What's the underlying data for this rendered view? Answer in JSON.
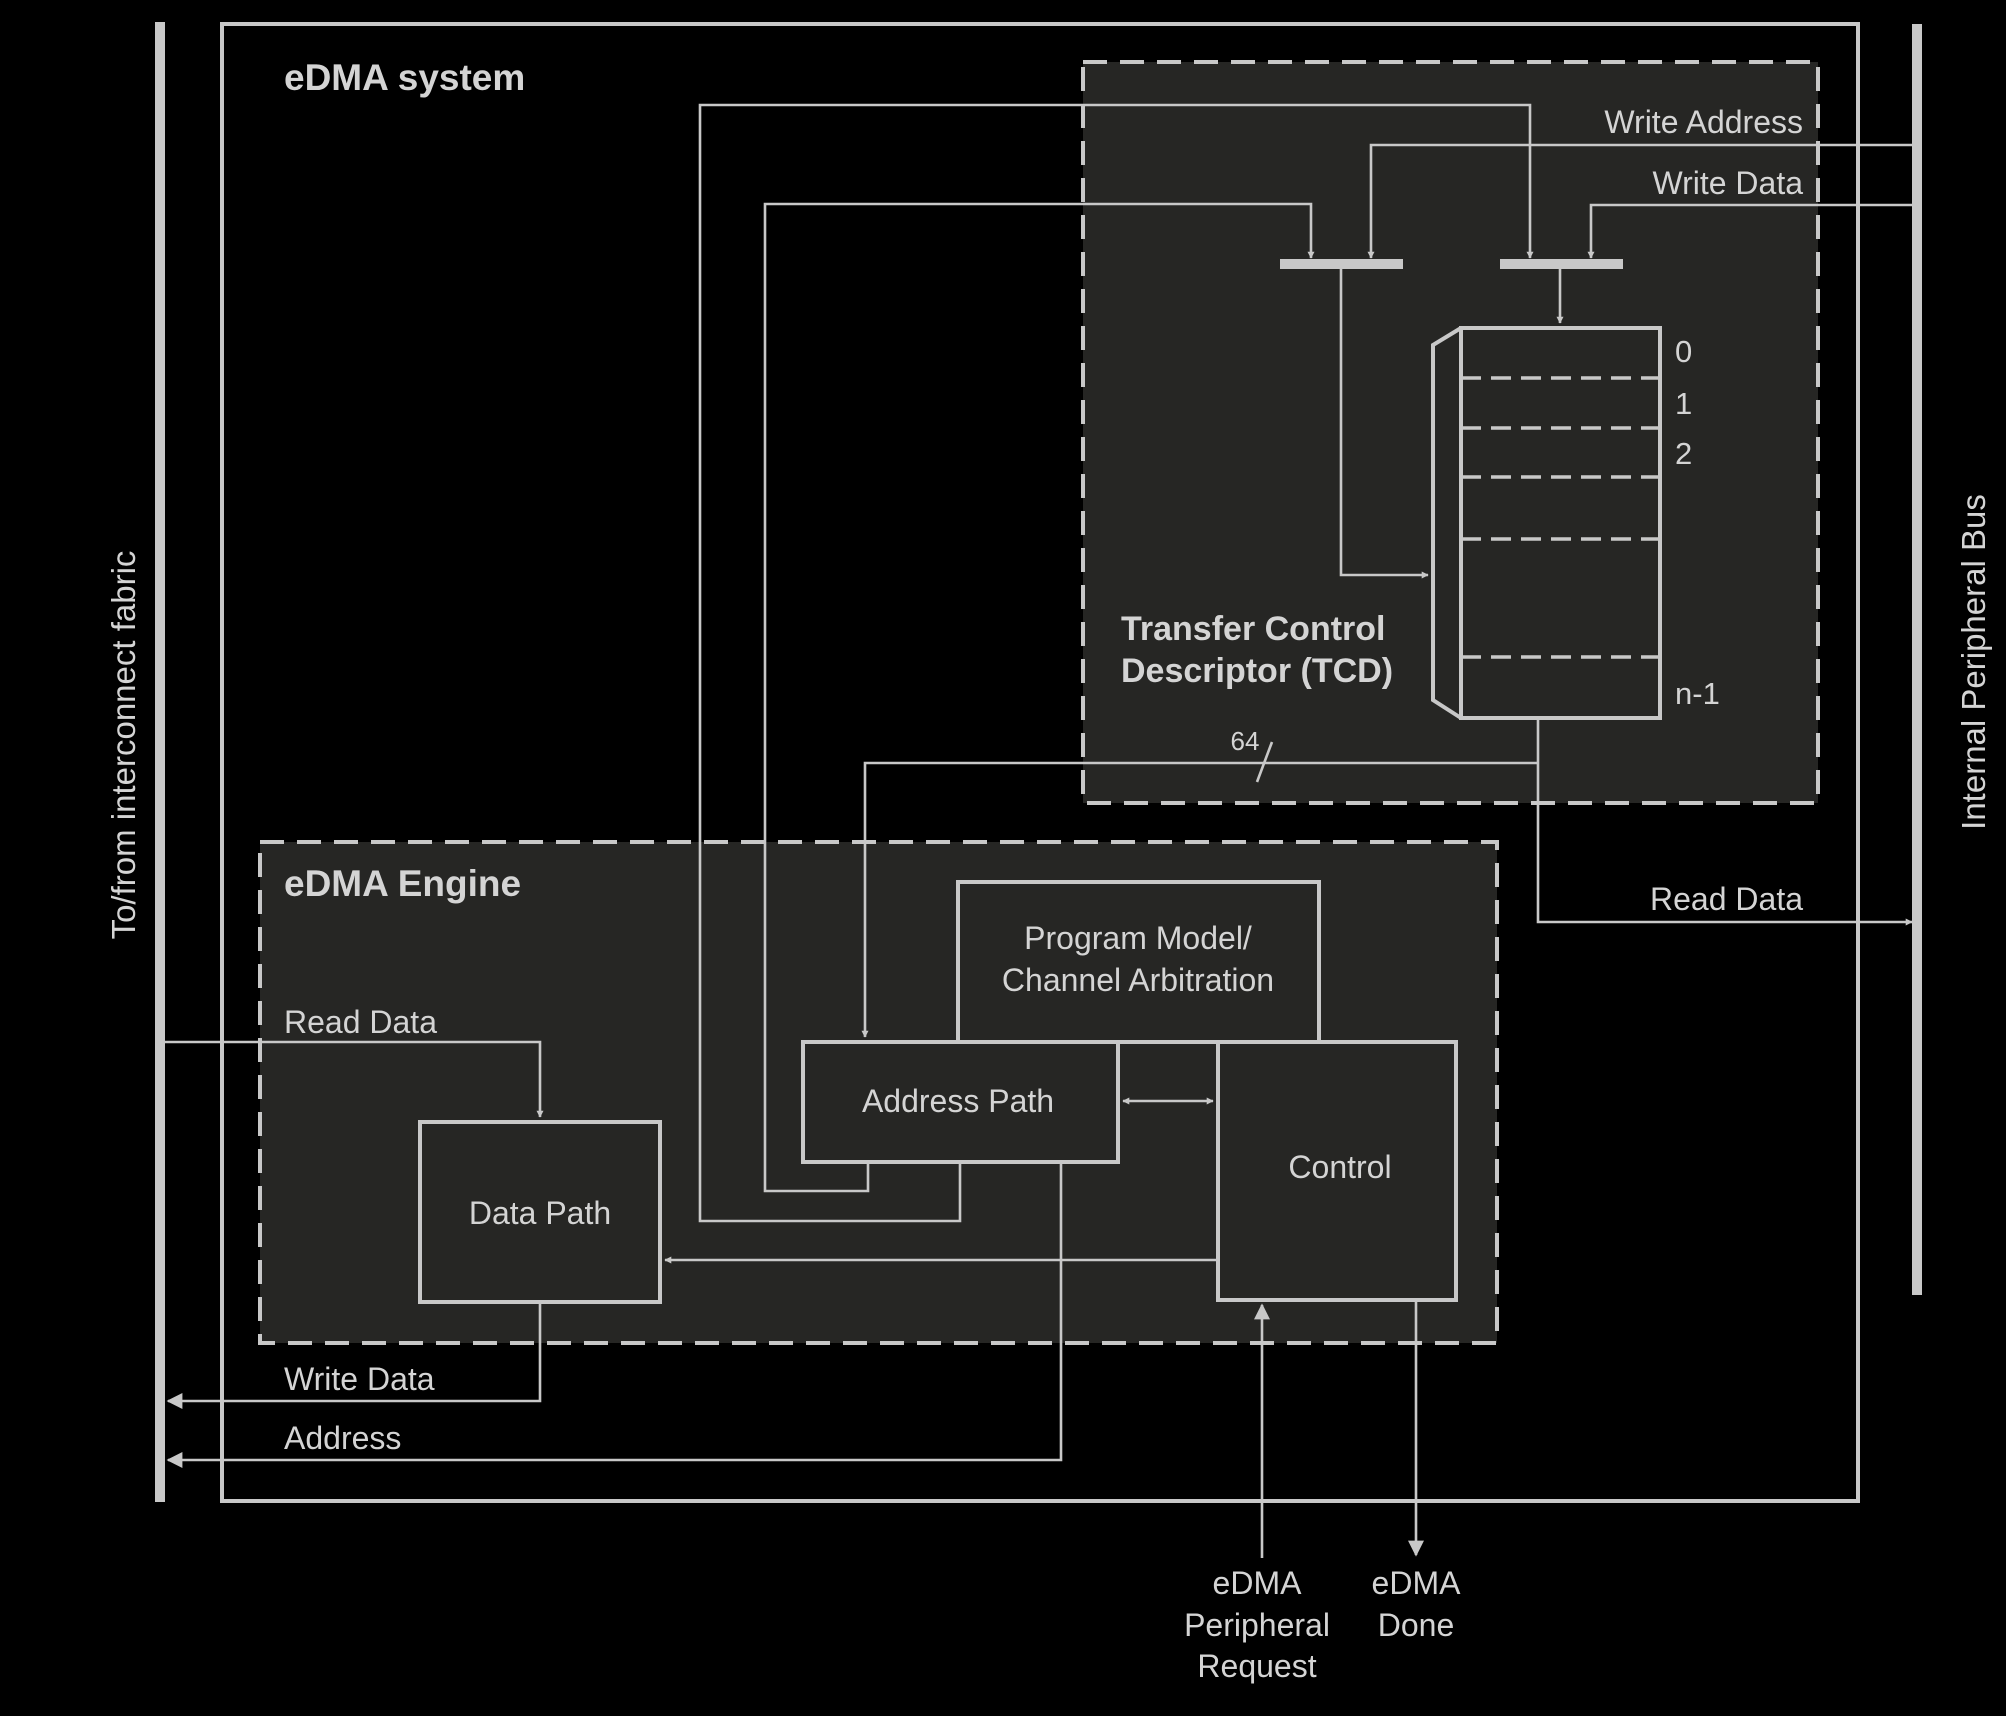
{
  "labels": {
    "system_title": "eDMA system",
    "engine_title": "eDMA Engine",
    "tcd_title_line1": "Transfer Control",
    "tcd_title_line2": "Descriptor (TCD)",
    "left_bus": "To/from interconnect fabric",
    "right_bus": "Internal Peripheral Bus",
    "write_address": "Write Address",
    "write_data_in": "Write Data",
    "read_data_out": "Read Data",
    "read_data_in": "Read Data",
    "write_data_out": "Write Data",
    "address_out": "Address",
    "bus_width": "64"
  },
  "tcd_rows": {
    "row0": "0",
    "row1": "1",
    "row2": "2",
    "rowN": "n-1"
  },
  "blocks": {
    "program_model_line1": "Program Model/",
    "program_model_line2": "Channel Arbitration",
    "address_path": "Address Path",
    "control": "Control",
    "data_path": "Data Path"
  },
  "signals": {
    "peripheral_request_line1": "eDMA",
    "peripheral_request_line2": "Peripheral",
    "peripheral_request_line3": "Request",
    "done_line1": "eDMA",
    "done_line2": "Done"
  },
  "colors": {
    "background": "#000000",
    "panel_fill": "#262624",
    "line": "#c8c8c8",
    "text": "#d4d4d4"
  }
}
